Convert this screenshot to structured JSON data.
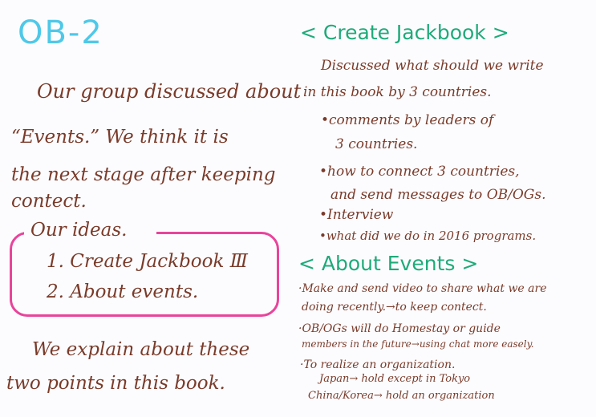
{
  "title": "OB-2",
  "left": {
    "lines": [
      "Our group discussed about",
      "“Events.” We think it is",
      "the next stage after keeping",
      "contect."
    ],
    "ideas_heading": "Our ideas.",
    "ideas": [
      "1. Create Jackbook Ⅲ",
      "2. About events."
    ],
    "closing": [
      "We explain about these",
      "two points in this book."
    ]
  },
  "right": {
    "section1_heading": "< Create Jackbook >",
    "section1_lines": [
      "Discussed what should we write",
      "in this book by 3 countries.",
      "•comments by leaders of",
      "3 countries.",
      "•how to connect 3 countries,",
      "and send messages to OB/OGs.",
      "•Interview",
      "•what did we do in 2016 programs."
    ],
    "section2_heading": "< About Events >",
    "section2_lines": [
      "·Make and send video to share what we are",
      "doing recently.→to keep contect.",
      "·OB/OGs will do Homestay or guide",
      "members in the future→using chat more easely.",
      "·To realize an organization.",
      "Japan→ hold except in Tokyo",
      "China/Korea→ hold an organization"
    ]
  },
  "colors": {
    "ink_brown": "#7a3b2a",
    "title_cyan": "#4fc8e8",
    "heading_green": "#1faa7a",
    "box_pink": "#e8449b"
  }
}
